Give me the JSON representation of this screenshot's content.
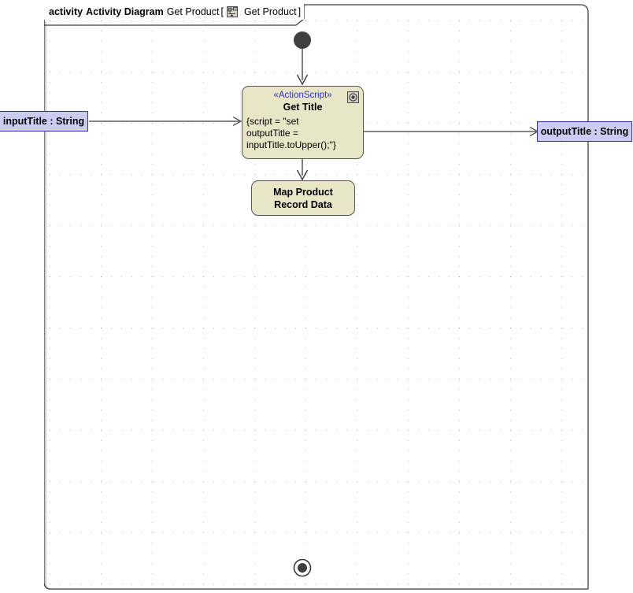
{
  "frame": {
    "header": {
      "keyword": "activity",
      "diagram_type": "Activity Diagram",
      "name": "Get Product",
      "bracket_open": "[",
      "icon": "activity-diagram-icon",
      "param_name": "Get Product",
      "bracket_close": "]"
    }
  },
  "nodes": {
    "initial": {
      "name": "initial-node",
      "shape": "filled-circle"
    },
    "final": {
      "name": "final-node",
      "shape": "bullseye-circle"
    },
    "get_title": {
      "stereotype": "«ActionScript»",
      "title": "Get Title",
      "icon": "script-gear-icon",
      "body_lines": [
        "{script = \"set",
        "outputTitle =",
        "inputTitle.toUpper();\"}"
      ]
    },
    "map_product": {
      "line1": "Map Product",
      "line2": "Record Data"
    }
  },
  "parameters": {
    "input": {
      "label": "inputTitle : String"
    },
    "output": {
      "label": "outputTitle : String"
    }
  },
  "colors": {
    "action_fill": "#e8e6c6",
    "action_border": "#575757",
    "param_fill": "#ccccf2",
    "param_border": "#3333aa",
    "stereotype_text": "#3333cc",
    "edge": "#3c3c3c",
    "initial_node": "#3f3f3f",
    "frame_border": "#3c3c3c",
    "grid_dot": "#bcbcbc"
  }
}
